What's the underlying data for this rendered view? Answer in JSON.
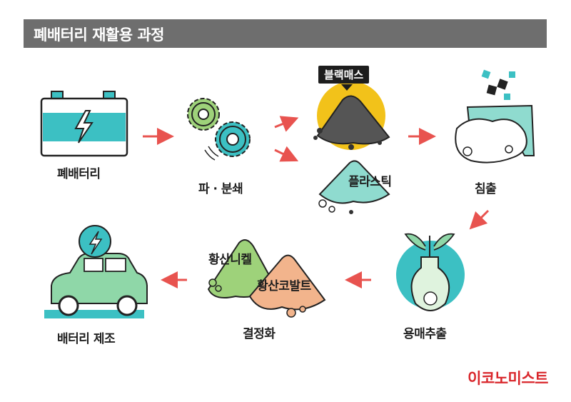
{
  "title": "폐배터리 재활용 과정",
  "steps": {
    "waste_battery": "폐배터리",
    "crush": "파 · 분쇄",
    "black_mass": "블랙매스",
    "plastic": "플라스틱",
    "leaching": "침출",
    "solvent_extraction": "용매추출",
    "crystallization": "결정화",
    "nickel_sulfate": "황산니켈",
    "cobalt_sulfate": "황산코발트",
    "battery_making": "배터리 제조"
  },
  "brand": "이코노미스트",
  "colors": {
    "teal": "#3cc0c3",
    "mint": "#8fdbcf",
    "yellow": "#f2c21a",
    "arrow": "#e8534f",
    "green": "#9ed27a",
    "peach": "#f2b48c",
    "car": "#8fd7a8",
    "brand": "#d9262b"
  }
}
